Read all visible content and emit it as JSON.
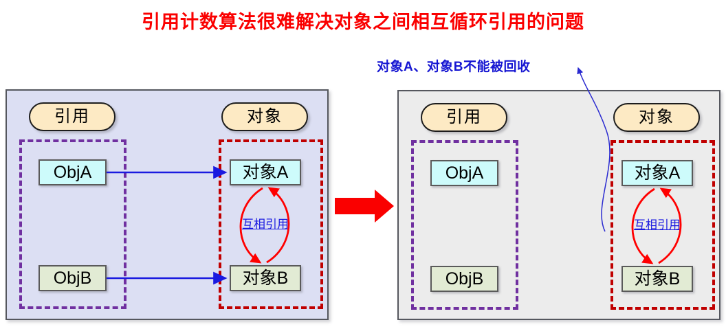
{
  "title": "引用计数算法很难解决对象之间相互循环引用的问题",
  "colors": {
    "title_red": "#fa0000",
    "panel_left_bg": "#dcdff3",
    "panel_right_bg": "#ececec",
    "panel_border": "#55575e",
    "pill_bg": "#fdeac4",
    "dash_purple": "#7030a0",
    "dash_red": "#c00000",
    "node_cyan": "#cdfbfb",
    "node_green": "#e2ebd4",
    "arrow_blue": "#1a1ae0",
    "cycle_red": "#ff0000",
    "big_arrow_red": "#fa0000",
    "annotation_blue": "#1616d2"
  },
  "annotation": {
    "text": "对象A、对象B不能被回收"
  },
  "transition_arrow": {
    "name": "big-red-arrow",
    "direction": "right"
  },
  "panels": [
    {
      "id": "before",
      "reference_group": {
        "header": "引用",
        "nodes": [
          {
            "label": "ObjA",
            "fill": "node-cyan"
          },
          {
            "label": "ObjB",
            "fill": "node-green"
          }
        ]
      },
      "object_group": {
        "header": "对象",
        "nodes": [
          {
            "label": "对象A",
            "fill": "node-cyan"
          },
          {
            "label": "对象B",
            "fill": "node-green"
          }
        ],
        "cycle_label": "互相引用"
      },
      "reference_links": [
        {
          "from": "ObjA",
          "to": "对象A"
        },
        {
          "from": "ObjB",
          "to": "对象B"
        }
      ]
    },
    {
      "id": "after",
      "reference_group": {
        "header": "引用",
        "nodes": [
          {
            "label": "ObjA",
            "fill": "node-cyan"
          },
          {
            "label": "ObjB",
            "fill": "node-green"
          }
        ]
      },
      "object_group": {
        "header": "对象",
        "nodes": [
          {
            "label": "对象A",
            "fill": "node-cyan"
          },
          {
            "label": "对象B",
            "fill": "node-green"
          }
        ],
        "cycle_label": "互相引用"
      },
      "reference_links": []
    }
  ]
}
